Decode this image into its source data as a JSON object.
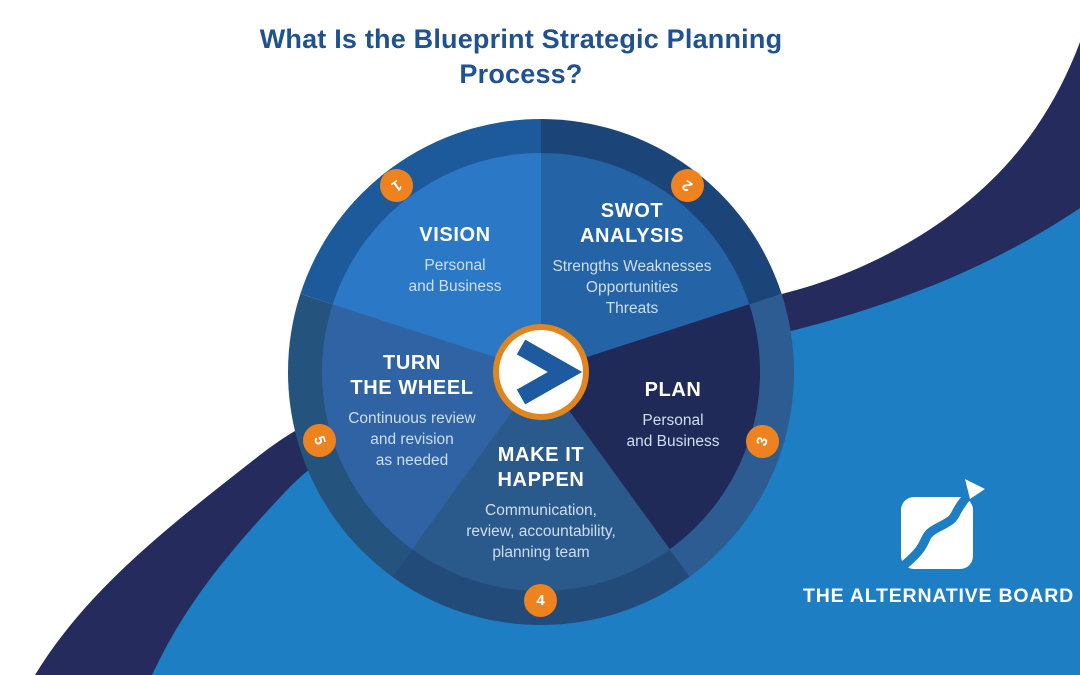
{
  "title": "What Is the Blueprint Strategic Planning Process?",
  "wheel": {
    "description": "five-step circular strategic planning wheel",
    "center_icon": "chevron-right-icon",
    "segments": [
      {
        "number": "1",
        "title": "VISION",
        "title_lines": [
          "VISION"
        ],
        "desc": [
          "Personal",
          "and Business"
        ],
        "segment_color": "#2b79c6",
        "ring_color": "#1d5a9c"
      },
      {
        "number": "2",
        "title": "SWOT ANALYSIS",
        "title_lines": [
          "SWOT",
          "ANALYSIS"
        ],
        "desc": [
          "Strengths Weaknesses",
          "Opportunities",
          "Threats"
        ],
        "segment_color": "#2463a5",
        "ring_color": "#1b4478"
      },
      {
        "number": "3",
        "title": "PLAN",
        "title_lines": [
          "PLAN"
        ],
        "desc": [
          "Personal",
          "and Business"
        ],
        "segment_color": "#1f2a58",
        "ring_color": "#2d5c93"
      },
      {
        "number": "4",
        "title": "MAKE IT HAPPEN",
        "title_lines": [
          "MAKE IT",
          "HAPPEN"
        ],
        "desc": [
          "Communication,",
          "review, accountability,",
          "planning team"
        ],
        "segment_color": "#2a598b",
        "ring_color": "#224b7a"
      },
      {
        "number": "5",
        "title": "TURN THE WHEEL",
        "title_lines": [
          "TURN",
          "THE WHEEL"
        ],
        "desc": [
          "Continuous review",
          "and revision",
          "as needed"
        ],
        "segment_color": "#2f63a3",
        "ring_color": "#24547e"
      }
    ]
  },
  "logo": {
    "brand": "The Alternative Board",
    "text": "THE ALTERNATIVE BOARD",
    "icon": "swoosh-arrow-square-icon"
  },
  "colors": {
    "background": "#ffffff",
    "title_text": "#20528f",
    "wave_blue": "#1e7ec4",
    "wave_navy": "#252b5d",
    "badge_orange": "#ee821e",
    "center_ring_orange": "#e1861e",
    "center_circle": "#ffffff",
    "chevron_blue": "#1d5aa0",
    "segment_heading_text": "#ffffff",
    "segment_desc_text": "#cfdef0",
    "logo_text": "#ffffff"
  }
}
